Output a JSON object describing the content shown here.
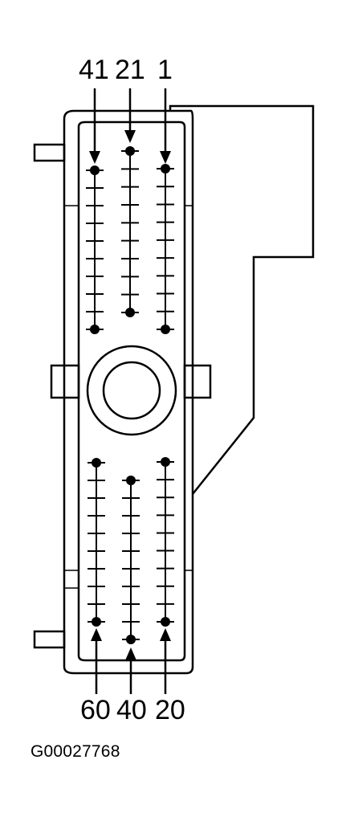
{
  "diagram": {
    "pin_labels_top": {
      "left": "41",
      "middle": "21",
      "right": "1"
    },
    "pin_labels_bottom": {
      "left": "60",
      "middle": "40",
      "right": "20"
    },
    "figure_id": "G00027768"
  },
  "colors": {
    "line": "#000000",
    "background": "#ffffff"
  }
}
